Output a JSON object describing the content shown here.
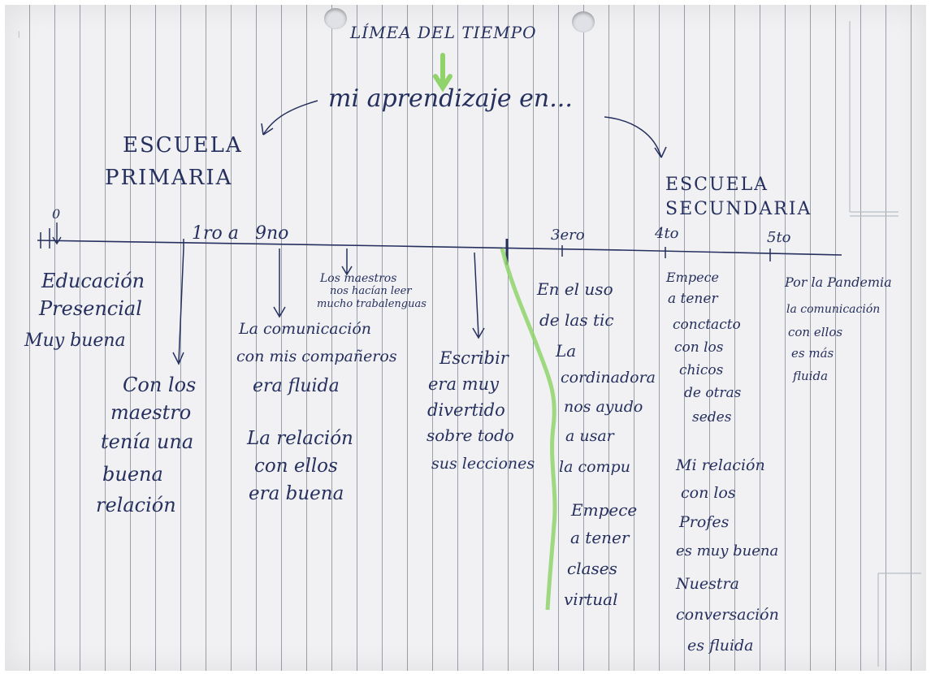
{
  "title": "LÍMEA DEL TIEMPO",
  "subtitle": "mi aprendizaje en...",
  "left_school": {
    "line1": "ESCUELA",
    "line2": "PRIMARIA"
  },
  "right_school": {
    "line1": "ESCUELA",
    "line2": "SECUNDARIA"
  },
  "timeline": {
    "start": "0",
    "first": "1ro a",
    "ninth": "9no",
    "third": "3ero",
    "fourth": "4to",
    "fifth": "5to"
  },
  "notes": {
    "presencial": [
      "Educación",
      "Presencial",
      "Muy buena"
    ],
    "maestro": [
      "Con los",
      "maestro",
      "tenía una",
      "buena",
      "relación"
    ],
    "comunicacion": [
      "La comunicación",
      "con mis compañeros",
      "era fluida"
    ],
    "relacion": [
      "La relación",
      "con ellos",
      "era buena"
    ],
    "trabalenguas": [
      "Los maestros",
      "nos hacían leer",
      "mucho trabalenguas"
    ],
    "escribir": [
      "Escribir",
      "era muy",
      "divertido",
      "sobre todo",
      "sus lecciones"
    ],
    "tic": [
      "En el uso",
      "de las tic",
      "La",
      "cordinadora",
      "nos ayudo",
      "a usar",
      "la compu"
    ],
    "virtual": [
      "Empece",
      "a tener",
      "clases",
      "virtual"
    ],
    "contacto": [
      "Empece",
      "a tener",
      "conctacto",
      "con los",
      "chicos",
      "de otras",
      "sedes"
    ],
    "profes": [
      "Mi relación",
      "con los",
      "Profes",
      "es muy buena",
      "Nuestra",
      "conversación",
      "es fluida"
    ],
    "pandemia": [
      "Por la Pandemia",
      "la comunicación",
      "con ellos",
      "es más",
      "fluida"
    ]
  },
  "colors": {
    "ink": "#26305f",
    "highlighter": "#8fd36a",
    "paper": "#f1f1f3",
    "rule": "#9aa0aa"
  }
}
